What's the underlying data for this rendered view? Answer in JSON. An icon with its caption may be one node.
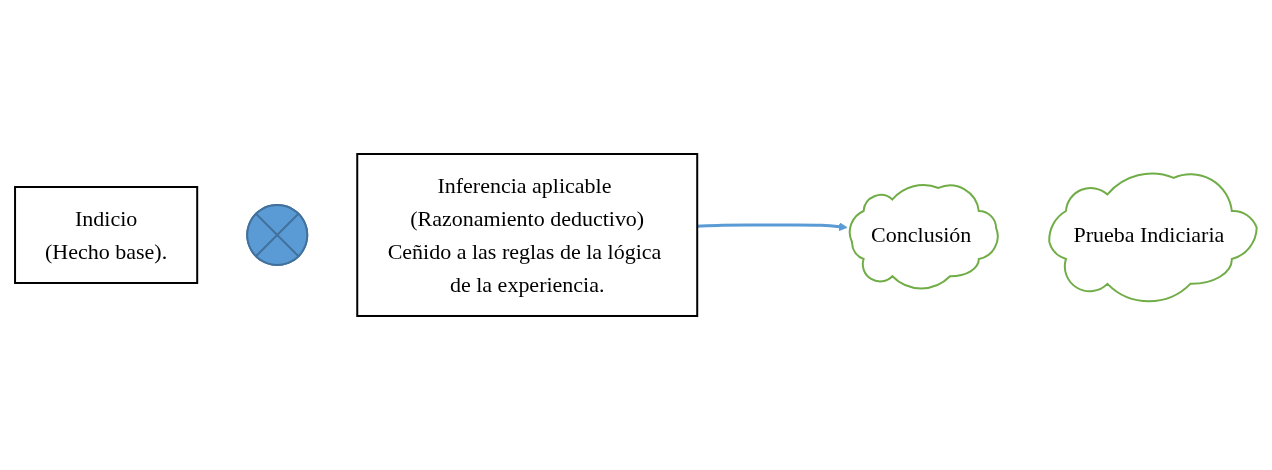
{
  "diagram": {
    "nodes": [
      {
        "text": [
          "Indicio",
          "(Hecho base)."
        ]
      },
      {
        "text": [],
        "shape": "plus"
      },
      {
        "text": [
          "Inferencia aplicable (Razonamiento deductivo)",
          "Ceñido a las reglas de la lógica de la experiencia."
        ]
      },
      {
        "text": [
          "Conclusión"
        ]
      },
      {
        "text": [
          "Prueba Indiciaria"
        ]
      }
    ],
    "edges": [
      {
        "from": 2,
        "to": 3,
        "arrow": "to",
        "color": "#5b9bd5"
      }
    ]
  }
}
